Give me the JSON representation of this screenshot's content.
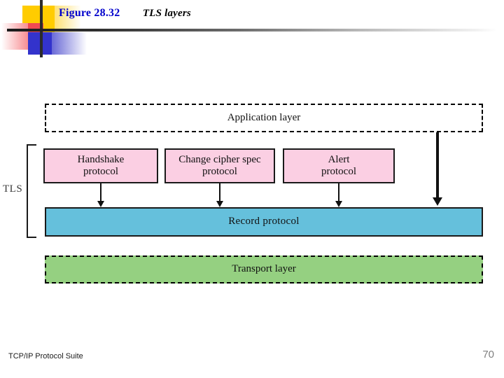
{
  "slide": {
    "title": {
      "figure_number": "Figure 28.32",
      "caption": "TLS layers"
    }
  },
  "diagram": {
    "bracket_label": "TLS",
    "boxes": [
      {
        "name": "application-layer",
        "label": "Application layer",
        "fill": "#ffffff",
        "border": "dashed"
      },
      {
        "name": "handshake-protocol",
        "label": "Handshake\nprotocol",
        "fill": "#FBCFE3",
        "border": "solid"
      },
      {
        "name": "change-cipher-spec-protocol",
        "label": "Change cipher spec\nprotocol",
        "fill": "#FBCFE3",
        "border": "solid"
      },
      {
        "name": "alert-protocol",
        "label": "Alert\nprotocol",
        "fill": "#FBCFE3",
        "border": "solid"
      },
      {
        "name": "record-protocol",
        "label": "Record  protocol",
        "fill": "#65C0DC",
        "border": "solid"
      },
      {
        "name": "transport-layer",
        "label": "Transport layer",
        "fill": "#95D081",
        "border": "dashed"
      }
    ],
    "labels": {
      "application_layer": "Application layer",
      "handshake_protocol_line1": "Handshake",
      "handshake_protocol_line2": "protocol",
      "change_cipher_spec_line1": "Change cipher spec",
      "change_cipher_spec_line2": "protocol",
      "alert_protocol_line1": "Alert",
      "alert_protocol_line2": "protocol",
      "record_protocol": "Record  protocol",
      "transport_layer": "Transport layer"
    }
  },
  "footer": {
    "book_title": "TCP/IP Protocol Suite",
    "page_number": "70"
  },
  "colors": {
    "figure_number": "#0000CC",
    "protocol_fill": "#FBCFE3",
    "record_fill": "#65C0DC",
    "transport_fill": "#95D081",
    "deco_yellow": "#FFCC00",
    "deco_red": "#F04A52",
    "deco_blue": "#3333CC",
    "page_number": "#808080"
  }
}
